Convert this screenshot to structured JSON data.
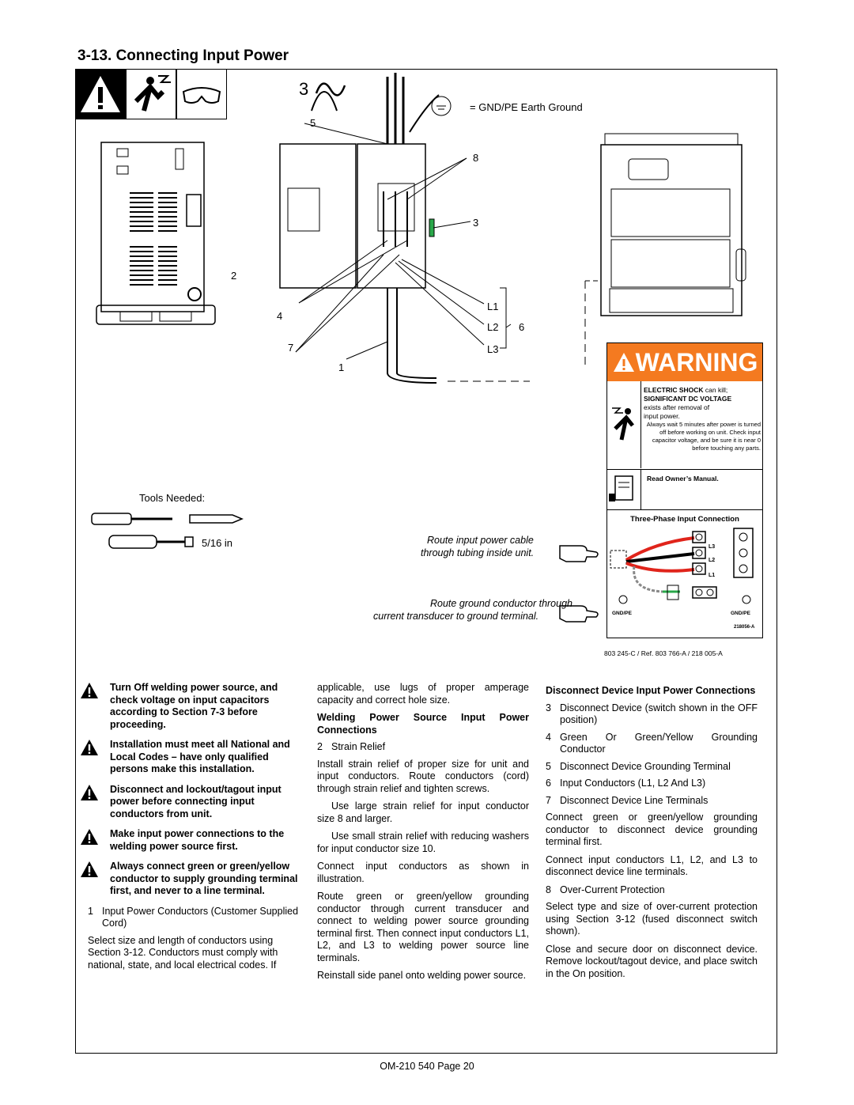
{
  "section_title": "3-13. Connecting Input Power",
  "diagram": {
    "phase_symbol": "3",
    "gnd_legend": "= GND/PE Earth Ground",
    "callouts": [
      "5",
      "8",
      "3",
      "2",
      "4",
      "7",
      "1",
      "6"
    ],
    "phase_labels": [
      "L1",
      "L2",
      "L3"
    ],
    "tools_needed": "Tools Needed:",
    "wrench_size": "5/16 in",
    "route_power_note_line1": "Route input power cable",
    "route_power_note_line2": "through  tubing inside unit.",
    "route_ground_note_line1": "Route ground conductor through",
    "route_ground_note_line2": "current transducer to ground terminal.",
    "ref_number": "803 245-C / Ref. 803 766-A / 218 005-A"
  },
  "warning_label": {
    "heading": "WARNING",
    "shock_line1": "ELECTRIC SHOCK",
    "shock_line1b": " can kill;",
    "shock_line2": "SIGNIFICANT DC VOLTAGE",
    "shock_line3": "exists after removal of",
    "shock_line4": "input power.",
    "wait_text": "Always wait 5 minutes after power is turned off before working on unit. Check input capacitor voltage, and be sure it is near 0 before touching any parts.",
    "manual": "Read Owner’s Manual.",
    "three_phase": "Three-Phase Input Connection",
    "terminals": [
      "L3",
      "L2",
      "L1"
    ],
    "gnd_left": "GND/PE",
    "gnd_right": "GND/PE",
    "part_no": "218056-A",
    "colors": {
      "banner": "#f47a20",
      "red_wire": "#e0241b",
      "green_wire": "#2aa84a"
    }
  },
  "left_column": {
    "warnings": [
      "Turn Off welding power source, and check voltage on input capacitors according to Section 7-3 before proceeding.",
      "Installation must meet all National and Local Codes – have only qualified persons make this installation.",
      "Disconnect and lockout/tagout input power before connecting input conductors from unit.",
      "Make input power connections to the welding power source first.",
      "Always connect green or green/yellow conductor to supply grounding terminal first, and never to a line terminal."
    ],
    "item1_num": "1",
    "item1_text": "Input Power Conductors (Customer Supplied Cord)",
    "para1": "Select size and length of conductors using Section 3-12. Conductors must comply with national, state, and local electrical codes. If"
  },
  "middle_column": {
    "para_cont": "applicable, use lugs of proper amperage capacity and correct hole size.",
    "heading": "Welding Power Source Input Power Connections",
    "item2_num": "2",
    "item2_text": "Strain Relief",
    "para2": "Install strain relief of proper size for unit and input conductors. Route conductors (cord) through strain relief and tighten screws.",
    "para3": "Use large strain relief for input conductor size 8 and larger.",
    "para4": "Use small strain relief with reducing washers for input conductor size 10.",
    "para5": "Connect input conductors as shown in illustration.",
    "para6": "Route green or green/yellow grounding conductor through current transducer and connect to welding power source grounding terminal first. Then connect input conductors L1, L2, and L3 to welding power source line terminals.",
    "para7": "Reinstall side panel onto welding power source."
  },
  "right_column": {
    "heading": "Disconnect Device Input Power Connections",
    "items": [
      {
        "num": "3",
        "text": "Disconnect Device (switch shown in the OFF position)"
      },
      {
        "num": "4",
        "text": "Green Or Green/Yellow Grounding Conductor"
      },
      {
        "num": "5",
        "text": "Disconnect Device Grounding Terminal"
      },
      {
        "num": "6",
        "text": "Input Conductors (L1, L2 And L3)"
      },
      {
        "num": "7",
        "text": "Disconnect Device Line Terminals"
      }
    ],
    "para1": "Connect green or green/yellow grounding conductor to disconnect device grounding terminal first.",
    "para2": "Connect input conductors L1, L2, and L3 to disconnect device line terminals.",
    "item8_num": "8",
    "item8_text": "Over-Current Protection",
    "para3": "Select type and size of over-current protection using Section 3-12 (fused disconnect switch shown).",
    "para4": "Close and secure door on disconnect device. Remove lockout/tagout device, and place switch in the On position."
  },
  "footer": "OM-210 540 Page 20"
}
